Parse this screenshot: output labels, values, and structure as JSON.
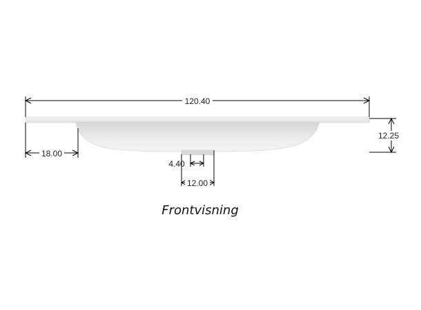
{
  "drawing": {
    "dimensions": {
      "overall_width": "120.40",
      "height": "12.25",
      "left_offset": "18.00",
      "drain_diameter": "4.40",
      "drain_width": "12.00"
    },
    "caption": "Frontvisning"
  },
  "colors": {
    "line": "#000000",
    "sink_body": "#ebebeb",
    "background": "#ffffff"
  }
}
